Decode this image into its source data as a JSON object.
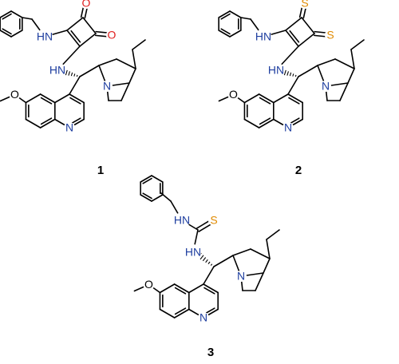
{
  "colors": {
    "nitrogen": "#1f3fa0",
    "oxygen_carbonyl": "#e02020",
    "sulfur": "#e08a00",
    "oxygen_methoxy": "#000000",
    "bond": "#000000"
  },
  "labels": {
    "nh": "HN",
    "n": "N",
    "o": "O",
    "s": "S"
  },
  "compounds": [
    {
      "id": "1"
    },
    {
      "id": "2"
    },
    {
      "id": "3"
    }
  ]
}
